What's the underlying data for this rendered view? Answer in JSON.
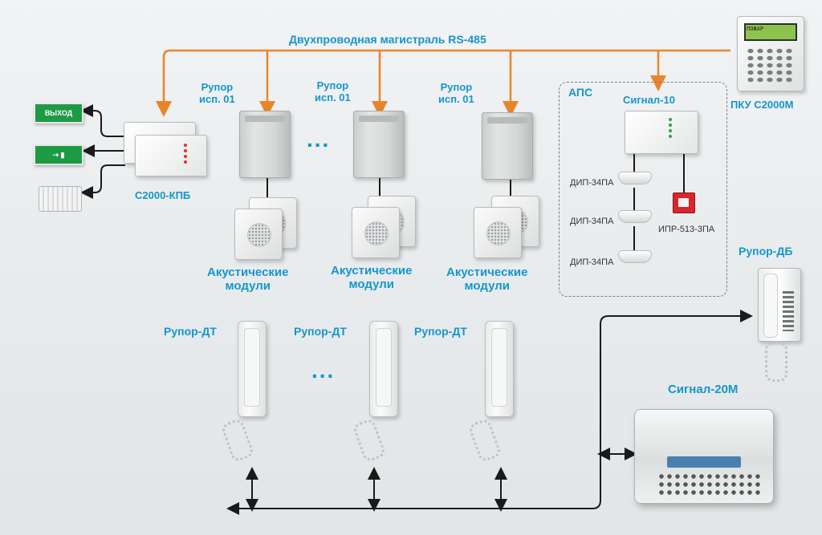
{
  "title": "Двухпроводная магистраль RS-485",
  "colors": {
    "bus": "#e8852b",
    "label": "#1596c9",
    "wire": "#1a1a1a"
  },
  "pku": {
    "label": "ПКУ С2000М",
    "screen_text": "ПОЖАР"
  },
  "kpb": {
    "label": "С2000-КПБ",
    "sign_exit": "ВЫХОД"
  },
  "horns": [
    {
      "label": "Рупор\nисп. 01",
      "modules_label": "Акустические\nмодули"
    },
    {
      "label": "Рупор\nисп. 01",
      "modules_label": "Акустические\nмодули"
    },
    {
      "label": "Рупор\nисп. 01",
      "modules_label": "Акустические\nмодули"
    }
  ],
  "ellipsis": "...",
  "aps": {
    "label": "АПС",
    "device": "Сигнал-10",
    "detectors": [
      "ДИП-34ПА",
      "ДИП-34ПА",
      "ДИП-34ПА"
    ],
    "manual": "ИПР-513-3ПА"
  },
  "intercoms": [
    "Рупор-ДТ",
    "Рупор-ДТ",
    "Рупор-ДТ"
  ],
  "rupor_db": "Рупор-ДБ",
  "signal20": "Сигнал-20М"
}
